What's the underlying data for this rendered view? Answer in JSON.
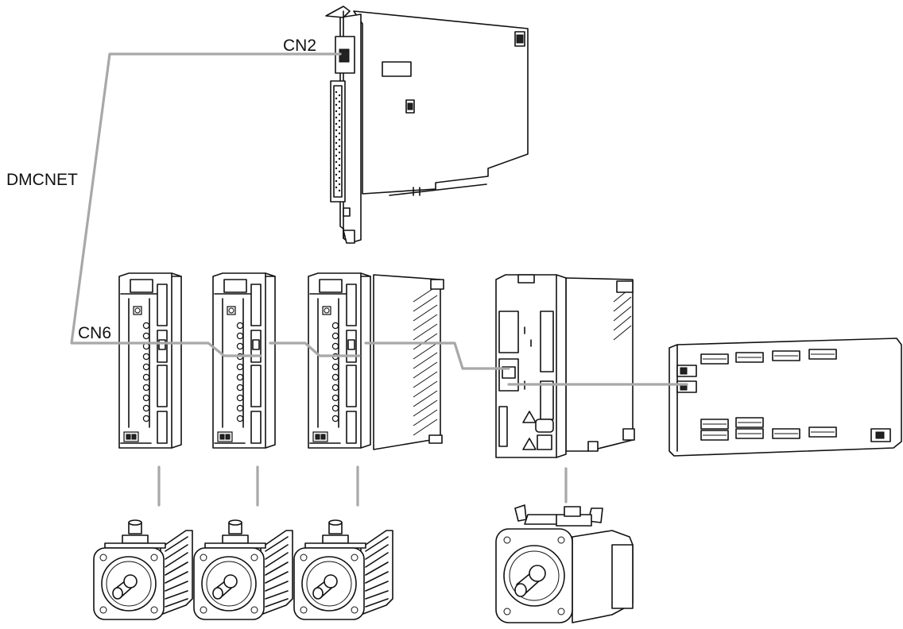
{
  "labels": {
    "cn2": "CN2",
    "dmcnet": "DMCNET",
    "cn6": "CN6"
  },
  "colors": {
    "cable": "#a8a8a8",
    "outline": "#111111",
    "background": "#ffffff"
  },
  "components": {
    "pci_card": "pci-motion-card",
    "servo_drives": [
      "servo-drive",
      "servo-drive",
      "servo-drive"
    ],
    "controller_unit": "dmcnet-controller-module",
    "io_module": "remote-io-module",
    "servo_motors": [
      "servo-motor",
      "servo-motor",
      "servo-motor",
      "servo-motor-with-brake"
    ]
  }
}
